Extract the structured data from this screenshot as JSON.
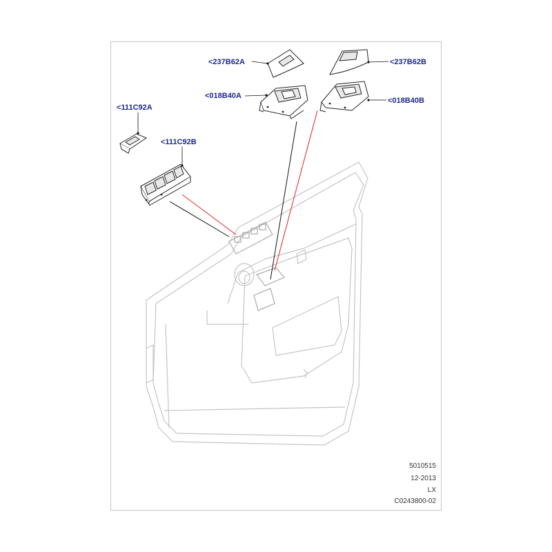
{
  "callouts": {
    "c237B62A": "<237B62A",
    "c237B62B": "<237B62B",
    "c018B40A": "<018B40A",
    "c018B40B": "<018B40B",
    "c111C92A": "<111C92A",
    "c111C92B": "<111C92B"
  },
  "meta": {
    "ref": "5010515",
    "date": "12-2013",
    "model": "LX",
    "code": "C0243800-02"
  },
  "colors": {
    "callout_text": "#1d2a8c",
    "leader_black": "#111111",
    "leader_red": "#e0221c",
    "door_outline": "#c4c4c4"
  }
}
